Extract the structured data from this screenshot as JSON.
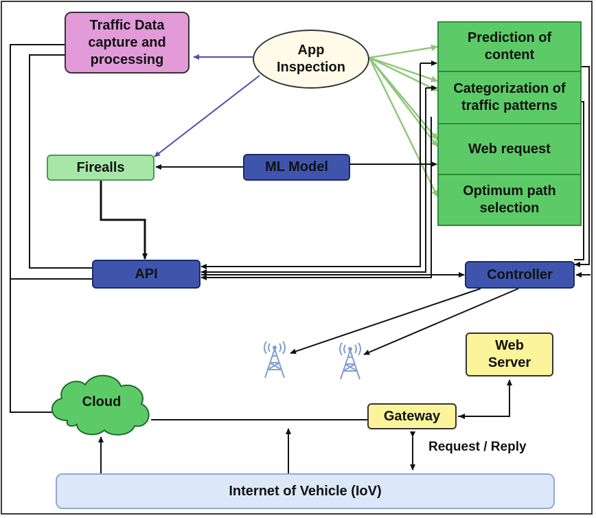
{
  "nodes": {
    "traffic_capture": "Traffic Data capture and processing",
    "app_inspection": "App Inspection",
    "prediction": "Prediction of content",
    "categorization": "Categorization of traffic patterns",
    "web_request": "Web request",
    "optimum_path": "Optimum path selection",
    "firewalls": "Firealls",
    "ml_model": "ML Model",
    "api": "API",
    "controller": "Controller",
    "web_server": "Web Server",
    "cloud": "Cloud",
    "gateway": "Gateway",
    "iov": "Internet of Vehicle (IoV)"
  },
  "edge_labels": {
    "request_reply": "Request / Reply"
  },
  "colors": {
    "blue_arrow": "#4a4fb0",
    "green_arrow": "#8fc77a",
    "black_line": "#111111"
  },
  "icons": [
    "antenna-tower-icon",
    "antenna-tower-icon"
  ]
}
